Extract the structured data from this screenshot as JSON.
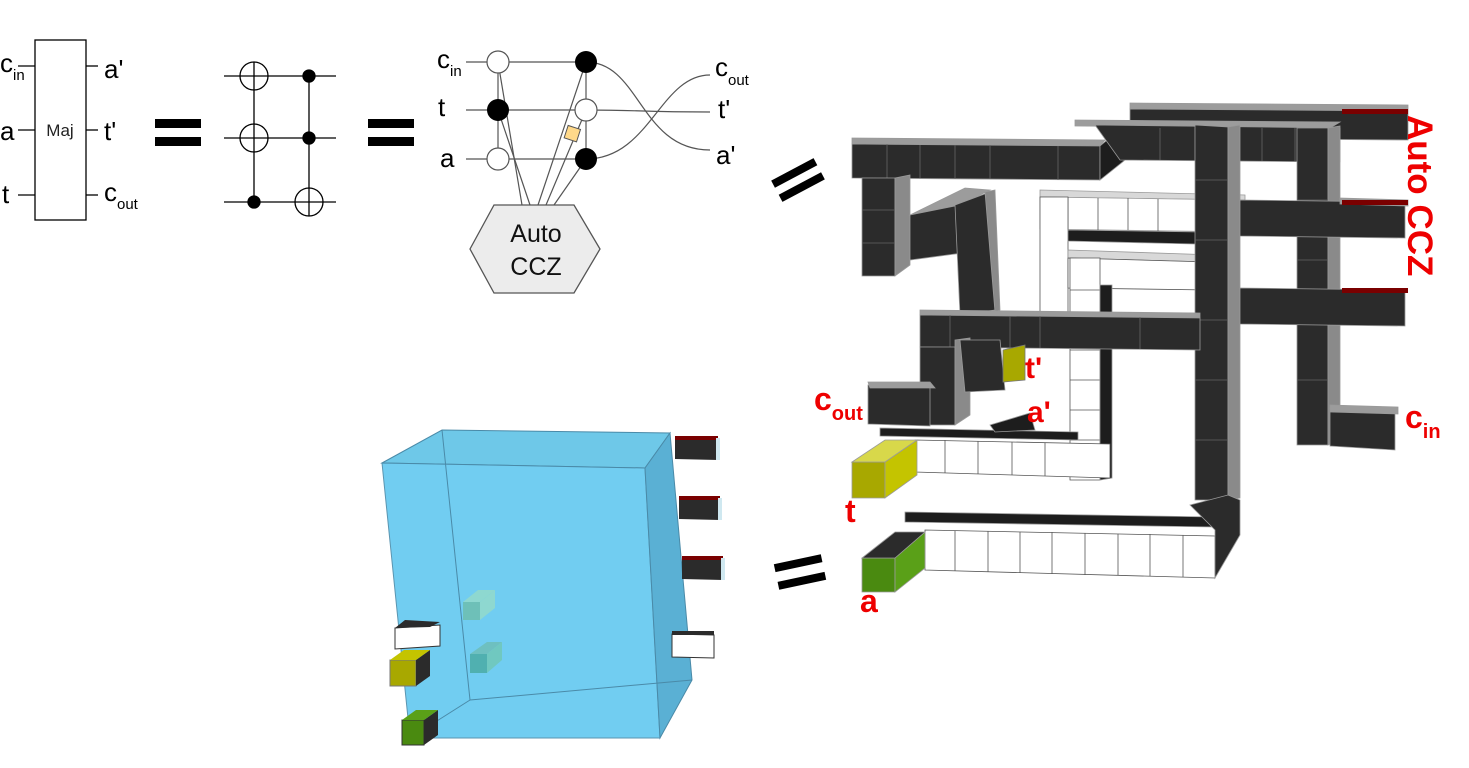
{
  "maj_box": {
    "inputs": [
      "c",
      "a",
      "t"
    ],
    "input_subs": [
      "in",
      "",
      ""
    ],
    "outputs": [
      "a'",
      "t'",
      "c"
    ],
    "output_subs": [
      "",
      "",
      "out"
    ],
    "label": "Maj"
  },
  "equals_symbol": "=",
  "ccz_circuit": {
    "inputs": [
      "c",
      "t",
      "a"
    ],
    "input_subs": [
      "in",
      "",
      ""
    ],
    "outputs": [
      "c",
      "t'",
      "a'"
    ],
    "output_subs": [
      "out",
      "",
      ""
    ],
    "box_line1": "Auto",
    "box_line2": "CCZ"
  },
  "lattice": {
    "vertical_title": "Auto CCZ",
    "labels": {
      "c_out": "c",
      "c_out_sub": "out",
      "t_prime": "t'",
      "a_prime": "a'",
      "t": "t",
      "a": "a",
      "c_in": "c",
      "c_in_sub": "in"
    }
  },
  "colors": {
    "dark_cube": "#2b2b2b",
    "white_cube": "#ffffff",
    "label_red": "#ee0000",
    "olive": "#a8a800",
    "green": "#4a8a10",
    "blue_box": "#5ac8f0",
    "maroon": "#7a0000",
    "yellow": "#f2e400"
  }
}
